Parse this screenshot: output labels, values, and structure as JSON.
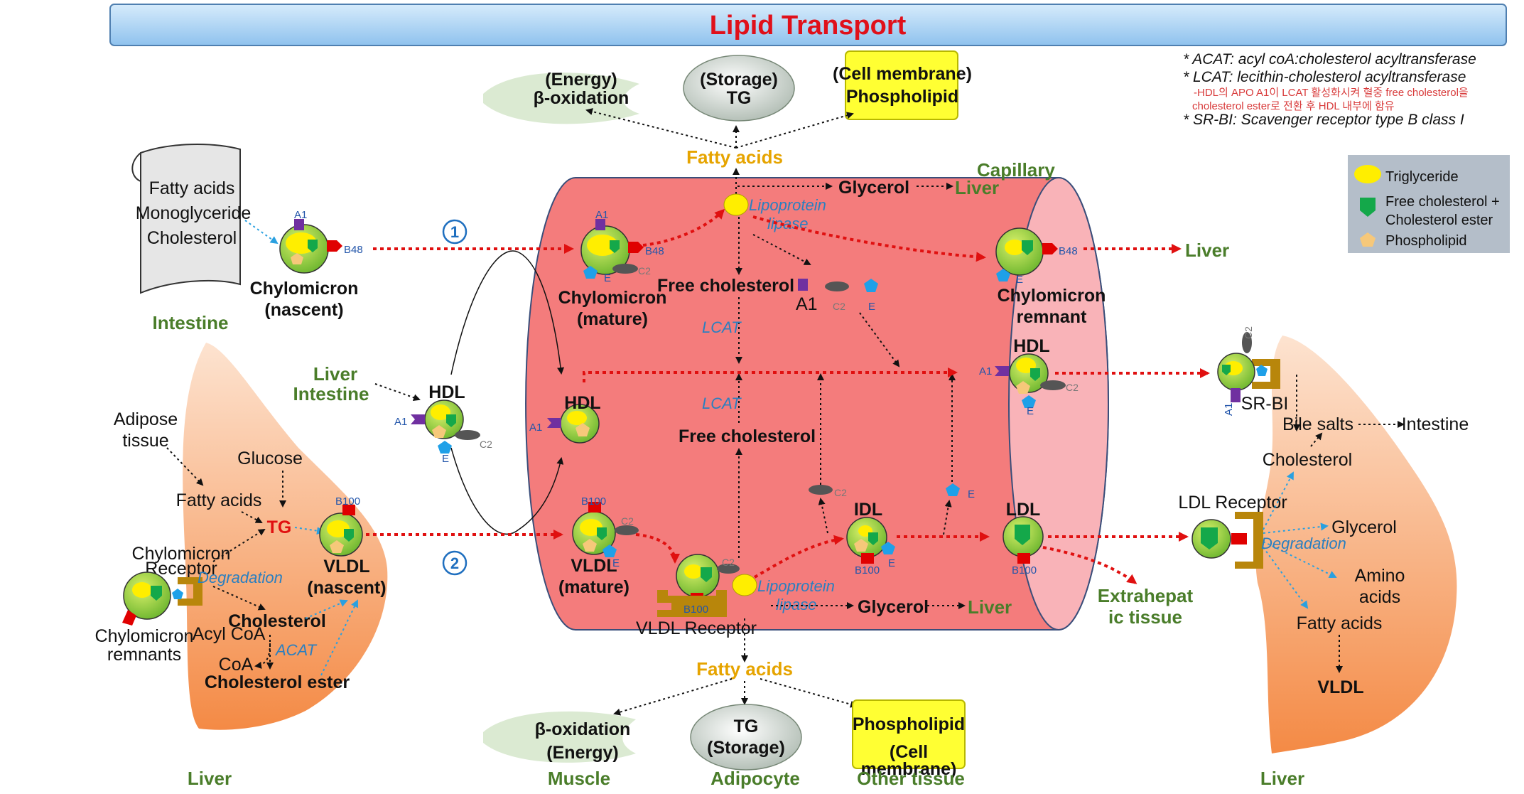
{
  "title": "Lipid Transport",
  "notes": {
    "acat": "*  ACAT: acyl coA:cholesterol acyltransferase",
    "lcat": "*  LCAT: lecithin-cholesterol acyltransferase",
    "lcat_detail_1": "-HDL의 APO A1이 LCAT 활성화시켜 혈중 free cholesterol을",
    "lcat_detail_2": "cholesterol ester로 전환 후 HDL 내부에 함유",
    "srbi": "*  SR-BI: Scavenger receptor type B class I"
  },
  "legend": {
    "triglyceride": "Triglyceride",
    "free_chol_1": "Free cholesterol +",
    "free_chol_2": "Cholesterol ester",
    "phospholipid": "Phospholipid"
  },
  "colors": {
    "capillary_fill": "#f47c7c",
    "capillary_end": "#f9b3b8",
    "liver_fill": "#f6a46a",
    "title_bar": "#a8d0f2",
    "title_text": "#e0101a",
    "tissue_label": "#4a7d2a",
    "fatty_acid_label": "#e6a400",
    "enzyme_label": "#2a7fc0",
    "arrow_red": "#e01010",
    "arrow_blue": "#2aa0e0"
  },
  "top_outputs": {
    "energy_1": "(Energy)",
    "energy_2": "β-oxidation",
    "storage_1": "(Storage)",
    "storage_2": "TG",
    "membrane_1": "(Cell membrane)",
    "membrane_2": "Phospholipid",
    "fatty_acids": "Fatty acids"
  },
  "bottom_outputs": {
    "fatty_acids": "Fatty acids",
    "oxidation_1": "β-oxidation",
    "oxidation_2": "(Energy)",
    "tg_1": "TG",
    "tg_2": "(Storage)",
    "phospholipid_1": "Phospholipid",
    "phospholipid_2": "(Cell",
    "phospholipid_3": "membrane)",
    "muscle": "Muscle",
    "adipocyte": "Adipocyte",
    "other_tissue": "Other tissue"
  },
  "intestine": {
    "contents_1": "Fatty acids",
    "contents_2": "Monoglyceride",
    "contents_3": "Cholesterol",
    "label": "Intestine",
    "chylo_1": "Chylomicron",
    "chylo_2": "(nascent)",
    "a1": "A1",
    "b48": "B48"
  },
  "pathways": {
    "one": "1",
    "two": "2"
  },
  "capillary": {
    "label": "Capillary",
    "glycerol": "Glycerol",
    "liver": "Liver",
    "lipoprotein_1": "Lipoprotein",
    "lipoprotein_2": "lipase",
    "chylo_mature_1": "Chylomicron",
    "chylo_mature_2": "(mature)",
    "free_chol": "Free cholesterol",
    "lcat": "LCAT",
    "a1": "A1",
    "c2": "C2",
    "e": "E",
    "b48": "B48",
    "b100": "B100",
    "hdl": "HDL",
    "free_chol_2": "Free cholesterol",
    "vldl_1": "VLDL",
    "vldl_2": "(mature)",
    "vldl_receptor": "VLDL Receptor",
    "idl": "IDL",
    "ldl": "LDL",
    "chylo_remnant_1": "Chylomicron",
    "chylo_remnant_2": "remnant",
    "hdl_right": "HDL",
    "liver_right": "Liver"
  },
  "left_liver": {
    "liver_label": "Liver",
    "adipose_1": "Adipose",
    "adipose_2": "tissue",
    "glucose": "Glucose",
    "fatty_acids": "Fatty acids",
    "tg": "TG",
    "chylo_receptor_1": "Chylomicron",
    "chylo_receptor_2": "Receptor",
    "degradation": "Degradation",
    "cholesterol": "Cholesterol",
    "acyl_coa": "Acyl CoA",
    "coa": "CoA",
    "acat": "ACAT",
    "chol_ester": "Cholesterol ester",
    "chylo_remnants_1": "Chylomicron",
    "chylo_remnants_2": "remnants",
    "vldl_1": "VLDL",
    "vldl_2": "(nascent)",
    "b100": "B100",
    "liver_intestine_1": "Liver",
    "liver_intestine_2": "Intestine",
    "hdl": "HDL"
  },
  "right_liver": {
    "liver_label": "Liver",
    "srbi": "SR-BI",
    "bile_salts": "Bile salts",
    "intestine": "Intestine",
    "cholesterol": "Cholesterol",
    "ldl_receptor": "LDL Receptor",
    "glycerol": "Glycerol",
    "degradation": "Degradation",
    "amino_1": "Amino",
    "amino_2": "acids",
    "fatty_acids": "Fatty acids",
    "vldl": "VLDL",
    "extrahepatic_1": "Extrahepat",
    "extrahepatic_2": "ic tissue",
    "a1": "A1",
    "c2": "C2"
  }
}
